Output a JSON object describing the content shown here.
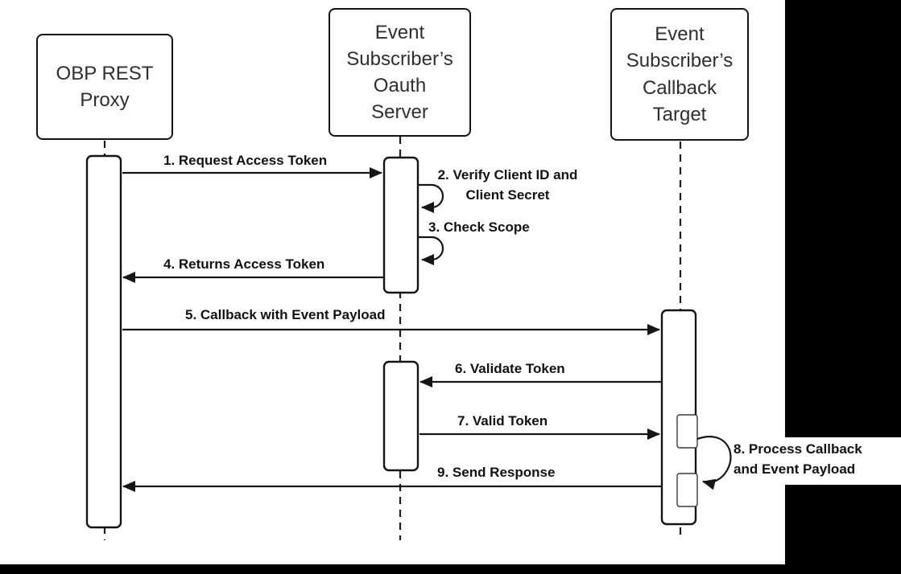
{
  "diagram": {
    "type": "sequence",
    "actors": [
      {
        "id": "obp-rest-proxy",
        "label": "OBP REST\nProxy"
      },
      {
        "id": "oauth-server",
        "label": "Event\nSubscriber’s\nOauth\nServer"
      },
      {
        "id": "callback-target",
        "label": "Event\nSubscriber’s\nCallback\nTarget"
      }
    ],
    "messages": [
      {
        "label": "1. Request Access Token",
        "from": "obp-rest-proxy",
        "to": "oauth-server"
      },
      {
        "label": "2. Verify Client ID and\nClient Secret",
        "from": "oauth-server",
        "to": "oauth-server"
      },
      {
        "label": "3. Check Scope",
        "from": "oauth-server",
        "to": "oauth-server"
      },
      {
        "label": "4. Returns Access Token",
        "from": "oauth-server",
        "to": "obp-rest-proxy"
      },
      {
        "label": "5. Callback with Event Payload",
        "from": "obp-rest-proxy",
        "to": "callback-target"
      },
      {
        "label": "6. Validate Token",
        "from": "callback-target",
        "to": "oauth-server"
      },
      {
        "label": "7. Valid Token",
        "from": "oauth-server",
        "to": "callback-target"
      },
      {
        "label": "8. Process Callback\nand Event Payload",
        "from": "callback-target",
        "to": "callback-target"
      },
      {
        "label": "9. Send Response",
        "from": "callback-target",
        "to": "obp-rest-proxy"
      }
    ],
    "colors": {
      "line": "#161616",
      "background": "#ffffff",
      "letterbox": "#000000"
    }
  }
}
